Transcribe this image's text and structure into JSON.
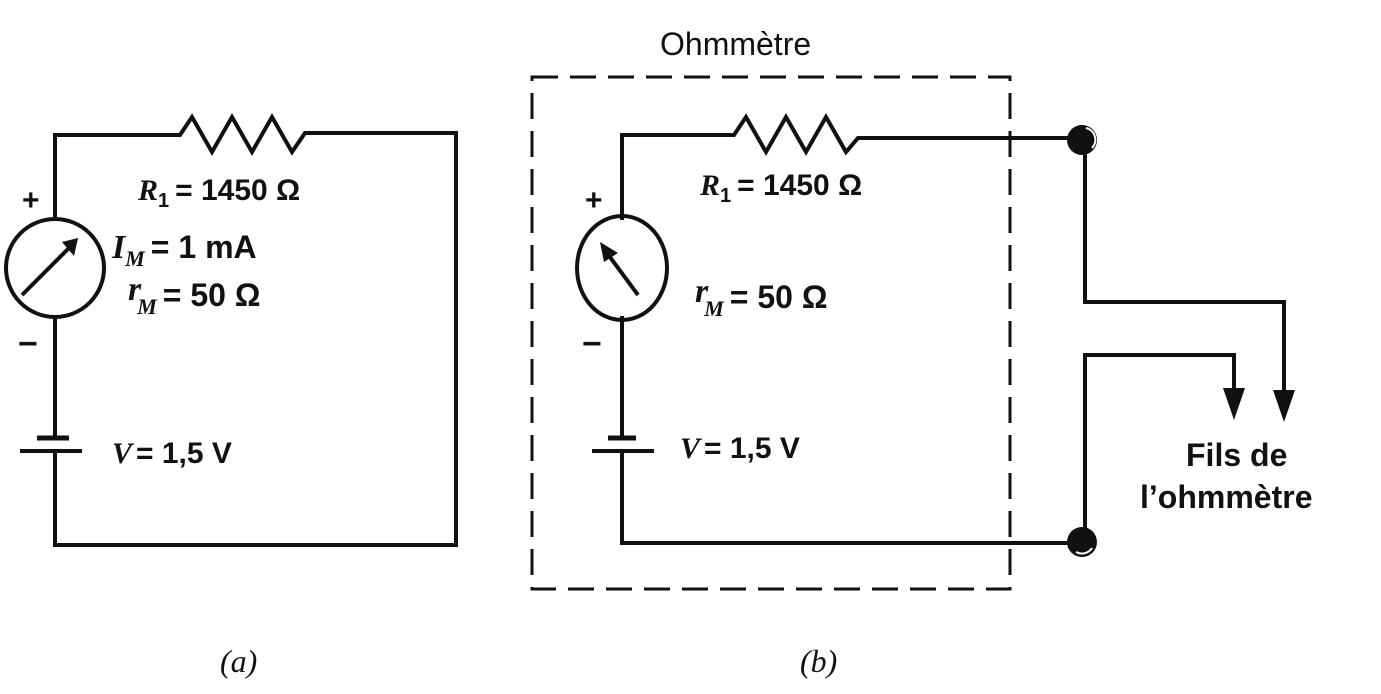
{
  "figure_a": {
    "caption": "(a)",
    "resistor": {
      "symbol": "R",
      "subscript": "1",
      "value": "= 1450 Ω"
    },
    "meter_current": {
      "symbol": "I",
      "subscript": "M",
      "value": "= 1 mA"
    },
    "meter_resistance": {
      "symbol": "r",
      "subscript": "M",
      "value": "= 50 Ω"
    },
    "battery": {
      "symbol": "V",
      "value": "= 1,5 V"
    },
    "plus_sign": "+",
    "minus_sign": "−"
  },
  "figure_b": {
    "caption": "(b)",
    "box_title": "Ohmmètre",
    "resistor": {
      "symbol": "R",
      "subscript": "1",
      "value": "= 1450 Ω"
    },
    "meter_resistance": {
      "symbol": "r",
      "subscript": "M",
      "value": "= 50 Ω"
    },
    "battery": {
      "symbol": "V",
      "value": "= 1,5 V"
    },
    "plus_sign": "+",
    "minus_sign": "−",
    "leads_label_line1": "Fils de",
    "leads_label_line2": "l’ohmmètre"
  }
}
